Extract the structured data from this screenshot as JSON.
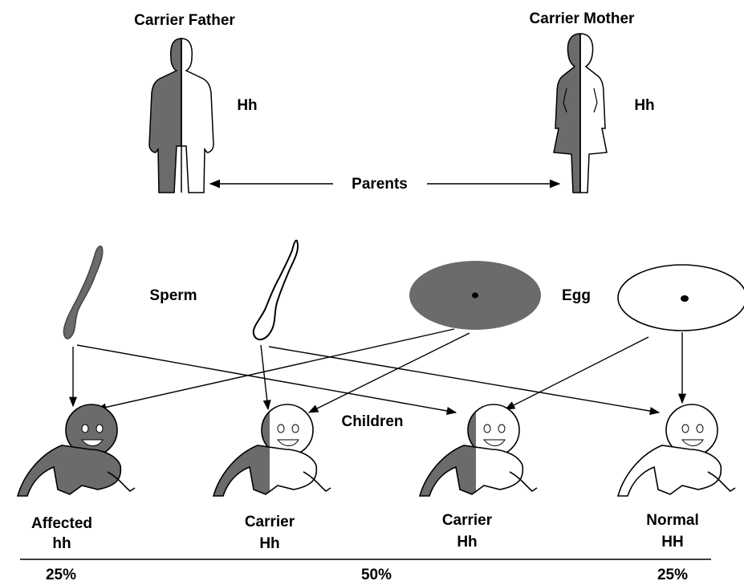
{
  "parents": {
    "father": {
      "title": "Carrier Father",
      "genotype": "Hh"
    },
    "mother": {
      "title": "Carrier Mother",
      "genotype": "Hh"
    },
    "label": "Parents"
  },
  "gametes": {
    "sperm_label": "Sperm",
    "egg_label": "Egg"
  },
  "children_label": "Children",
  "children": [
    {
      "phenotype": "Affected",
      "genotype": "hh"
    },
    {
      "phenotype": "Carrier",
      "genotype": "Hh"
    },
    {
      "phenotype": "Carrier",
      "genotype": "Hh"
    },
    {
      "phenotype": "Normal",
      "genotype": "HH"
    }
  ],
  "percentages": [
    "25%",
    "50%",
    "25%"
  ],
  "colors": {
    "affected": "#6b6b6b",
    "line": "#000000",
    "background": "#ffffff"
  }
}
